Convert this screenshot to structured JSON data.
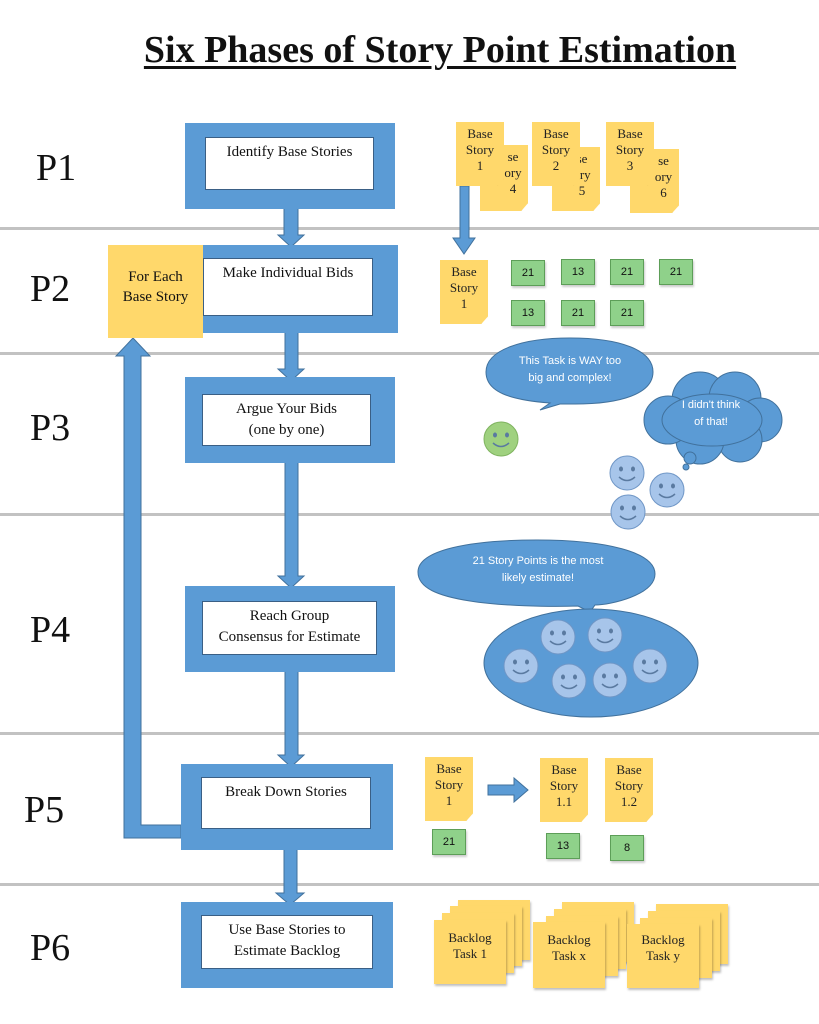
{
  "title": "Six Phases of Story Point Estimation",
  "phases": [
    "P1",
    "P2",
    "P3",
    "P4",
    "P5",
    "P6"
  ],
  "steps": [
    {
      "label": "Identify Base Stories"
    },
    {
      "label": "Make Individual Bids"
    },
    {
      "label": "Argue Your Bids",
      "label2": "(one by one)"
    },
    {
      "label": "Reach Group",
      "label2": "Consensus for Estimate"
    },
    {
      "label": "Break Down Stories"
    },
    {
      "label": "Use Base Stories to",
      "label2": "Estimate Backlog"
    }
  ],
  "loop_label": {
    "line1": "For Each",
    "line2": "Base Story"
  },
  "p1_notes": [
    {
      "l1": "Base",
      "l2": "Story",
      "l3": "1"
    },
    {
      "l1": "Base",
      "l2": "Story",
      "l3": "2"
    },
    {
      "l1": "Base",
      "l2": "Story",
      "l3": "3"
    },
    {
      "l1": "se",
      "l2": "ory",
      "l3": "4"
    },
    {
      "l1": "se",
      "l2": "ory",
      "l3": "5"
    },
    {
      "l1": "se",
      "l2": "ory",
      "l3": "6"
    }
  ],
  "p2_note": {
    "l1": "Base",
    "l2": "Story",
    "l3": "1"
  },
  "p2_bids": [
    "21",
    "13",
    "21",
    "21",
    "13",
    "21",
    "21"
  ],
  "p3_bubbles": {
    "speech": [
      "This Task is WAY too",
      "big and complex!"
    ],
    "thought": [
      "I didn't think",
      "of that!"
    ]
  },
  "p4_bubble": [
    "21 Story Points is the most",
    "likely estimate!"
  ],
  "p5": {
    "source": {
      "l1": "Base",
      "l2": "Story",
      "l3": "1",
      "bid": "21"
    },
    "splits": [
      {
        "l1": "Base",
        "l2": "Story",
        "l3": "1.1",
        "bid": "13"
      },
      {
        "l1": "Base",
        "l2": "Story",
        "l3": "1.2",
        "bid": "8"
      }
    ]
  },
  "p6_backlog": [
    {
      "l1": "Backlog",
      "l2": "Task 1"
    },
    {
      "l1": "Backlog",
      "l2": "Task x"
    },
    {
      "l1": "Backlog",
      "l2": "Task y"
    }
  ],
  "colors": {
    "flow_blue": "#5b9bd5",
    "sticky_yellow": "#ffd86b",
    "bid_green": "#8fd18a",
    "smiley_blue": "#a7c5ea",
    "smiley_green": "#9fd17f"
  }
}
